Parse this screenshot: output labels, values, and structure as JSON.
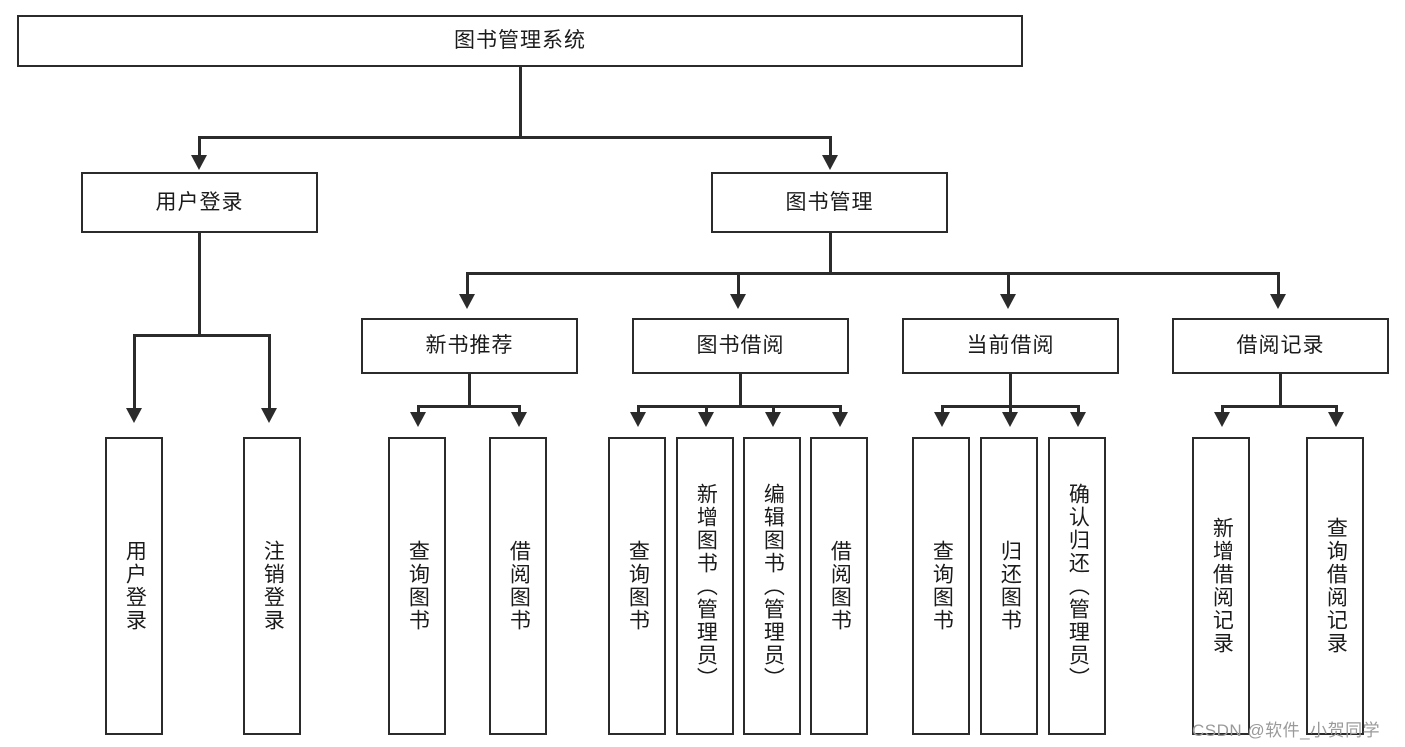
{
  "diagram": {
    "type": "tree-hierarchy",
    "title": "图书管理系统",
    "root": {
      "label": "图书管理系统"
    },
    "level2": [
      {
        "id": "user-login",
        "label": "用户登录"
      },
      {
        "id": "book-manage",
        "label": "图书管理"
      }
    ],
    "level3": [
      {
        "id": "new-book-recommend",
        "label": "新书推荐"
      },
      {
        "id": "book-borrow",
        "label": "图书借阅"
      },
      {
        "id": "current-borrow",
        "label": "当前借阅"
      },
      {
        "id": "borrow-record",
        "label": "借阅记录"
      }
    ],
    "leaves": {
      "user_login": [
        {
          "id": "leaf-user-login",
          "label": "用户登录"
        },
        {
          "id": "leaf-logout-login",
          "label": "注销登录"
        }
      ],
      "new_book_recommend": [
        {
          "id": "leaf-query-book-1",
          "label": "查询图书"
        },
        {
          "id": "leaf-borrow-book-1",
          "label": "借阅图书"
        }
      ],
      "book_borrow": [
        {
          "id": "leaf-query-book-2",
          "label": "查询图书"
        },
        {
          "id": "leaf-add-book",
          "label": "新增图书（管理员）"
        },
        {
          "id": "leaf-edit-book",
          "label": "编辑图书（管理员）"
        },
        {
          "id": "leaf-borrow-book-2",
          "label": "借阅图书"
        }
      ],
      "current_borrow": [
        {
          "id": "leaf-query-book-3",
          "label": "查询图书"
        },
        {
          "id": "leaf-return-book",
          "label": "归还图书"
        },
        {
          "id": "leaf-confirm-return",
          "label": "确认归还（管理员）"
        }
      ],
      "borrow_record": [
        {
          "id": "leaf-add-record",
          "label": "新增借阅记录"
        },
        {
          "id": "leaf-query-record",
          "label": "查询借阅记录"
        }
      ]
    }
  },
  "watermark": {
    "text": "CSDN @软件_小贺同学"
  },
  "colors": {
    "stroke": "#2b2b2b",
    "background": "#ffffff",
    "text": "#1b1b1b",
    "watermark": "#9a9a9a"
  }
}
